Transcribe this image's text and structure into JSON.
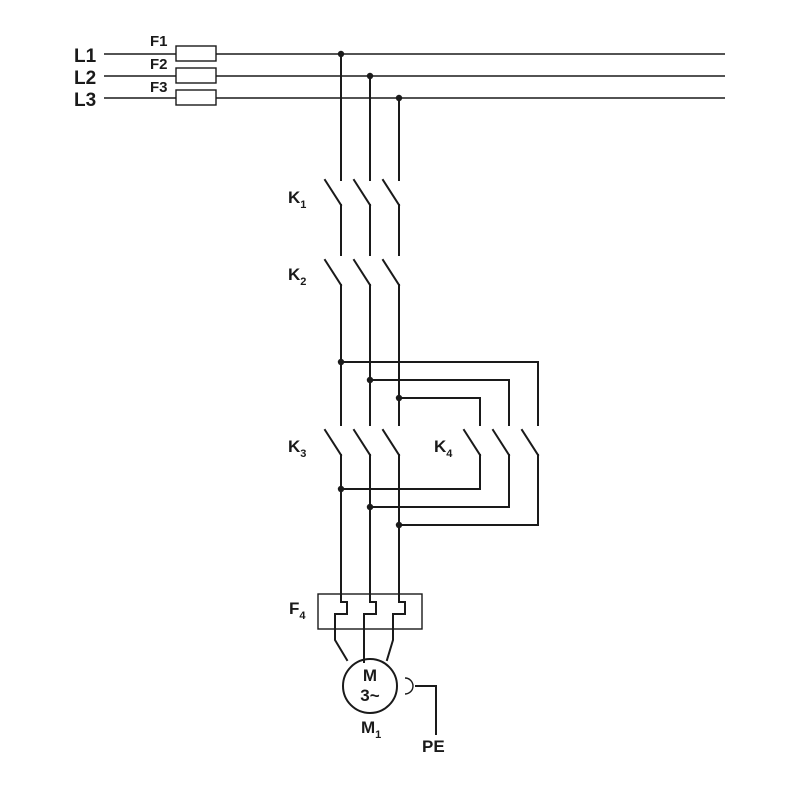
{
  "lines": {
    "l1": "L1",
    "l2": "L2",
    "l3": "L3"
  },
  "fuses": {
    "f1": "F1",
    "f2": "F2",
    "f3": "F3"
  },
  "contactors": {
    "k1": {
      "letter": "K",
      "index": "1"
    },
    "k2": {
      "letter": "K",
      "index": "2"
    },
    "k3": {
      "letter": "K",
      "index": "3"
    },
    "k4": {
      "letter": "K",
      "index": "4"
    }
  },
  "overload_relay": {
    "letter": "F",
    "index": "4"
  },
  "motor": {
    "symbol": "M",
    "phases": "3~",
    "label_letter": "M",
    "label_index": "1"
  },
  "earth": "PE"
}
